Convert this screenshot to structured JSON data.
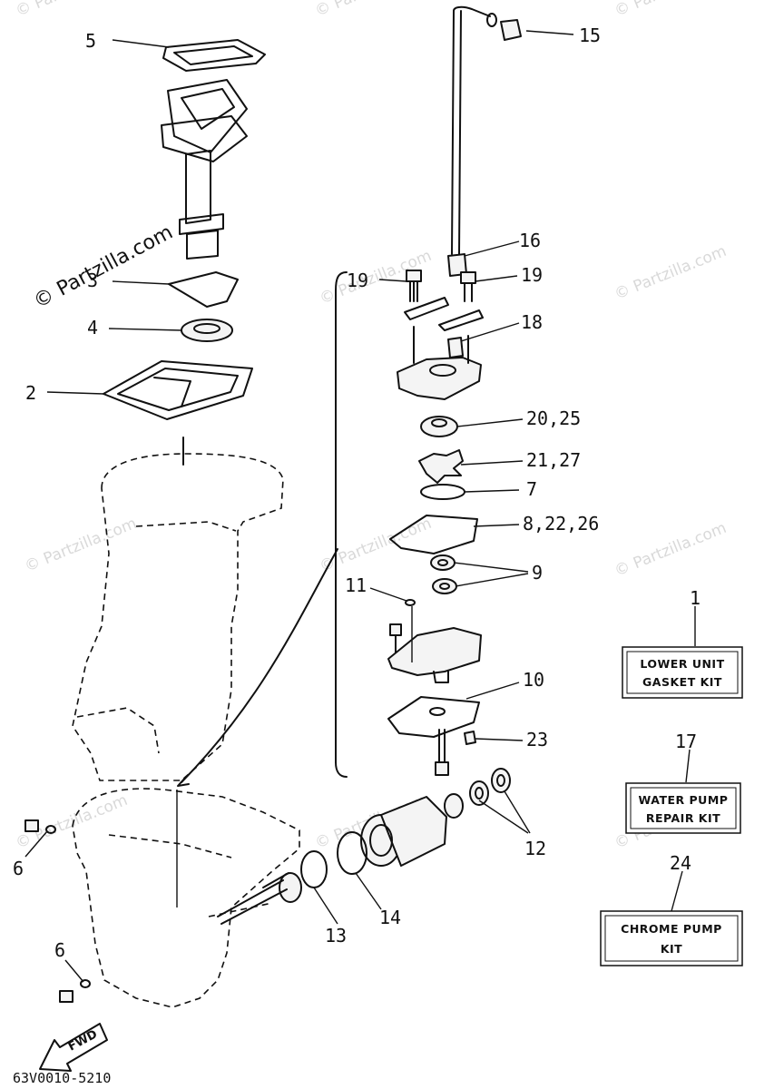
{
  "watermark": {
    "main": "© Partzilla.com",
    "repeat": "© Partzilla.com"
  },
  "callouts": {
    "c1": "1",
    "c2": "2",
    "c3": "3",
    "c4": "4",
    "c5": "5",
    "c6a": "6",
    "c6b": "6",
    "c7": "7",
    "c8": "8,22,26",
    "c9": "9",
    "c10": "10",
    "c11": "11",
    "c12": "12",
    "c13": "13",
    "c14": "14",
    "c15": "15",
    "c16": "16",
    "c17": "17",
    "c18": "18",
    "c19a": "19",
    "c19b": "19",
    "c20": "20,25",
    "c21": "21,27",
    "c23": "23",
    "c24": "24"
  },
  "kits": {
    "lower_unit": {
      "line1": "LOWER UNIT",
      "line2": "GASKET KIT"
    },
    "water_pump": {
      "line1": "WATER PUMP",
      "line2": "REPAIR KIT"
    },
    "chrome_pump": {
      "line1": "CHROME PUMP",
      "line2": "KIT"
    }
  },
  "fwd_label": "FWD",
  "diagram_code": "63V0010-5210"
}
